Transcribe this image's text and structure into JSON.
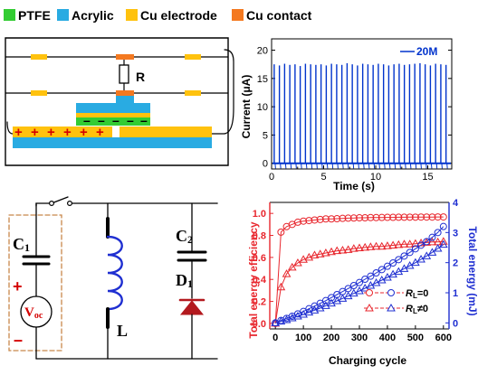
{
  "colors": {
    "ptfe": "#33cc33",
    "acrylic": "#29abe2",
    "cu_electrode": "#ffc20e",
    "cu_contact": "#f47920",
    "charge": "#d40000",
    "trace": "#0033cc",
    "red": "#e8272e",
    "blue": "#1f2fd1",
    "circuit_box": "#c8874a",
    "diode": "#b3191e"
  },
  "legend": [
    {
      "label": "PTFE",
      "color_key": "ptfe"
    },
    {
      "label": "Acrylic",
      "color_key": "acrylic"
    },
    {
      "label": "Cu electrode",
      "color_key": "cu_electrode"
    },
    {
      "label": "Cu contact",
      "color_key": "cu_contact"
    }
  ],
  "schematic": {
    "resistor_label": "R",
    "plus_signs": [
      "+",
      "+",
      "+",
      "+",
      "+",
      "+"
    ],
    "minus_signs": [
      "–",
      "–",
      "–",
      "–",
      "–"
    ]
  },
  "circuit": {
    "c1_label": "C",
    "c1_sub": "1",
    "c2_label": "C",
    "c2_sub": "2",
    "d1_label": "D",
    "d1_sub": "1",
    "l_label": "L",
    "voc_main": "V",
    "voc_sub": "oc",
    "plus": "+",
    "minus": "–"
  },
  "current_chart": {
    "ylabel": "Current (μA)",
    "xlabel": "Time (s)",
    "legend": "20M",
    "y_ticks": [
      "0",
      "5",
      "10",
      "15",
      "20"
    ],
    "x_ticks": [
      "0",
      "5",
      "10",
      "15"
    ]
  },
  "energy_chart": {
    "ylabel_left": "Total energy efficiency",
    "ylabel_right": "Total energy (mJ)",
    "xlabel": "Charging cycle",
    "y_left_ticks": [
      "0.0",
      "0.2",
      "0.4",
      "0.6",
      "0.8",
      "1.0"
    ],
    "y_right_ticks": [
      "0",
      "1",
      "2",
      "3",
      "4"
    ],
    "x_ticks": [
      "0",
      "100",
      "200",
      "300",
      "400",
      "500",
      "600"
    ],
    "legend": [
      {
        "prefix": "R",
        "sub": "L",
        "suffix": "=0"
      },
      {
        "prefix": "R",
        "sub": "L",
        "suffix": "≠0"
      }
    ]
  },
  "chart_data": [
    {
      "type": "line",
      "xlabel": "Time (s)",
      "ylabel": "Current (μA)",
      "xlim": [
        0,
        17.3
      ],
      "ylim": [
        -1,
        22
      ],
      "series": [
        {
          "name": "20M",
          "description": "periodic current spikes",
          "x": [
            0.25,
            0.75,
            1.25,
            1.75,
            2.25,
            2.75,
            3.25,
            3.75,
            4.25,
            4.75,
            5.25,
            5.75,
            6.25,
            6.75,
            7.25,
            7.75,
            8.25,
            8.75,
            9.25,
            9.75,
            10.25,
            10.75,
            11.25,
            11.75,
            12.25,
            12.75,
            13.25,
            13.75,
            14.25,
            14.75,
            15.25,
            15.75,
            16.25,
            16.75
          ],
          "y": [
            17.5,
            17.3,
            17.6,
            17.4,
            17.5,
            17.2,
            17.6,
            17.5,
            17.4,
            17.5,
            17.3,
            17.6,
            17.5,
            17.4,
            17.7,
            17.5,
            17.3,
            17.6,
            17.5,
            17.4,
            17.6,
            17.5,
            17.3,
            17.5,
            17.6,
            17.4,
            17.5,
            17.6,
            17.7,
            17.5,
            17.3,
            17.6,
            17.5,
            17.4
          ]
        }
      ]
    },
    {
      "type": "line",
      "xlabel": "Charging cycle",
      "ylabel": "Total energy efficiency",
      "ylabel_right": "Total energy (mJ)",
      "xlim": [
        -20,
        620
      ],
      "ylim": [
        -0.05,
        1.1
      ],
      "ylim_right": [
        -0.2,
        4.0
      ],
      "series": [
        {
          "name": "RL=0 efficiency",
          "axis": "left",
          "color_key": "red",
          "marker": "circle",
          "x": [
            0,
            20,
            40,
            60,
            80,
            100,
            120,
            140,
            160,
            180,
            200,
            220,
            240,
            260,
            280,
            300,
            320,
            340,
            360,
            380,
            400,
            420,
            440,
            460,
            480,
            500,
            520,
            540,
            560,
            580,
            600
          ],
          "y": [
            0.0,
            0.83,
            0.88,
            0.9,
            0.92,
            0.93,
            0.935,
            0.94,
            0.945,
            0.95,
            0.95,
            0.952,
            0.955,
            0.957,
            0.958,
            0.96,
            0.96,
            0.962,
            0.962,
            0.963,
            0.964,
            0.964,
            0.965,
            0.965,
            0.966,
            0.966,
            0.967,
            0.967,
            0.967,
            0.968,
            0.968
          ]
        },
        {
          "name": "RL≠0 efficiency",
          "axis": "left",
          "color_key": "red",
          "marker": "triangle",
          "x": [
            0,
            20,
            40,
            60,
            80,
            100,
            120,
            140,
            160,
            180,
            200,
            220,
            240,
            260,
            280,
            300,
            320,
            340,
            360,
            380,
            400,
            420,
            440,
            460,
            480,
            500,
            520,
            540,
            560,
            580,
            600
          ],
          "y": [
            0.0,
            0.33,
            0.45,
            0.51,
            0.55,
            0.58,
            0.6,
            0.62,
            0.63,
            0.64,
            0.65,
            0.66,
            0.665,
            0.67,
            0.68,
            0.685,
            0.69,
            0.695,
            0.7,
            0.7,
            0.705,
            0.71,
            0.715,
            0.72,
            0.72,
            0.725,
            0.73,
            0.735,
            0.74,
            0.74,
            0.745
          ]
        },
        {
          "name": "RL=0 energy",
          "axis": "right",
          "color_key": "blue",
          "marker": "circle",
          "x": [
            0,
            20,
            40,
            60,
            80,
            100,
            120,
            140,
            160,
            180,
            200,
            220,
            240,
            260,
            280,
            300,
            320,
            340,
            360,
            380,
            400,
            420,
            440,
            460,
            480,
            500,
            520,
            540,
            560,
            580,
            600
          ],
          "y": [
            0.0,
            0.08,
            0.15,
            0.22,
            0.3,
            0.38,
            0.47,
            0.56,
            0.65,
            0.74,
            0.84,
            0.94,
            1.04,
            1.14,
            1.24,
            1.34,
            1.45,
            1.55,
            1.66,
            1.77,
            1.88,
            1.99,
            2.1,
            2.22,
            2.34,
            2.46,
            2.58,
            2.7,
            2.84,
            3.0,
            3.2
          ]
        },
        {
          "name": "RL≠0 energy",
          "axis": "right",
          "color_key": "blue",
          "marker": "triangle",
          "x": [
            0,
            20,
            40,
            60,
            80,
            100,
            120,
            140,
            160,
            180,
            200,
            220,
            240,
            260,
            280,
            300,
            320,
            340,
            360,
            380,
            400,
            420,
            440,
            460,
            480,
            500,
            520,
            540,
            560,
            580,
            600
          ],
          "y": [
            0.0,
            0.05,
            0.1,
            0.16,
            0.22,
            0.28,
            0.35,
            0.42,
            0.49,
            0.57,
            0.65,
            0.73,
            0.81,
            0.89,
            0.98,
            1.06,
            1.15,
            1.24,
            1.33,
            1.42,
            1.51,
            1.61,
            1.7,
            1.8,
            1.9,
            2.0,
            2.11,
            2.22,
            2.34,
            2.47,
            2.6
          ]
        }
      ]
    }
  ]
}
